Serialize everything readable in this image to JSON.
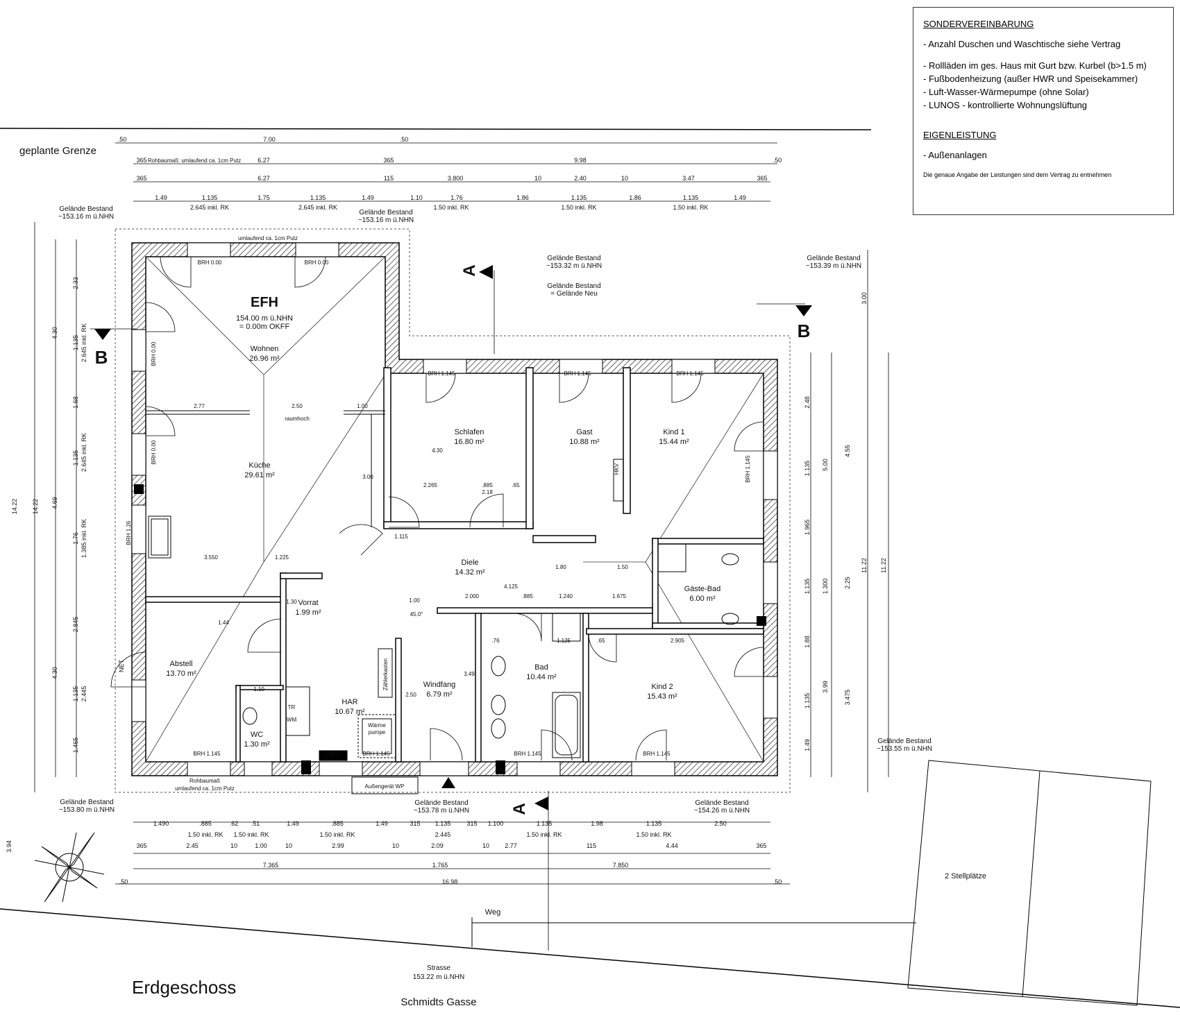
{
  "title": "Erdgeschoss",
  "street": {
    "name": "Schmidts Gasse",
    "label": "Strasse",
    "elevation": "153.22 m ü.NHN",
    "path_label": "Weg"
  },
  "border_label": "geplante Grenze",
  "parking_label": "2 Stellplätze",
  "house": {
    "name": "EFH",
    "elevation": "154.00 m ü.NHN",
    "okff": "= 0.00m OKFF"
  },
  "info_box": {
    "heading1": "SONDERVEREINBARUNG",
    "items1": [
      "- Anzahl Duschen und Waschtische siehe Vertrag"
    ],
    "items2": [
      "- Rollläden im ges. Haus  mit Gurt bzw. Kurbel (b>1.5 m)",
      "- Fußbodenheizung  (außer HWR  und Speisekammer)",
      "- Luft-Wasser-Wärmepumpe  (ohne Solar)",
      "- LUNOS - kontrollierte Wohnungslüftung"
    ],
    "heading2": "EIGENLEISTUNG",
    "items3": [
      "- Außenanlagen"
    ],
    "note": "Die genaue Angabe der Leistungen sind dem Vertrag zu entnehmen"
  },
  "rooms": [
    {
      "name": "Wohnen",
      "area": "26.96 m²"
    },
    {
      "name": "Küche",
      "area": "29.61 m²"
    },
    {
      "name": "Schlafen",
      "area": "16.80 m²"
    },
    {
      "name": "Gast",
      "area": "10.88 m²"
    },
    {
      "name": "Kind 1",
      "area": "15.44 m²"
    },
    {
      "name": "Diele",
      "area": "14.32 m²"
    },
    {
      "name": "Gäste-Bad",
      "area": "6.00 m²"
    },
    {
      "name": "Vorrat",
      "area": "1.99 m²"
    },
    {
      "name": "Abstell",
      "area": "13.70 m²"
    },
    {
      "name": "HAR",
      "area": "10.67 m²"
    },
    {
      "name": "Windfang",
      "area": "6.79 m²"
    },
    {
      "name": "Bad",
      "area": "10.44 m²"
    },
    {
      "name": "Kind 2",
      "area": "15.43 m²"
    },
    {
      "name": "WC",
      "area": "1.30 m²"
    }
  ],
  "terrain": [
    {
      "label": "Gelände Bestand",
      "value": "~153.16 m ü.NHN"
    },
    {
      "label": "Gelände Bestand",
      "value": "~153.16 m ü.NHN"
    },
    {
      "label": "Gelände Bestand",
      "value": "~153.32 m ü.NHN"
    },
    {
      "label": "Gelände Bestand",
      "value": "~153.39 m ü.NHN"
    },
    {
      "label": "Gelände Bestand",
      "value": "= Gelände Neu"
    },
    {
      "label": "Gelände Bestand",
      "value": "~153.55 m ü.NHN"
    },
    {
      "label": "Gelände Bestand",
      "value": "~153.80 m ü.NHN"
    },
    {
      "label": "Gelände Bestand",
      "value": "~153.78 m ü.NHN"
    },
    {
      "label": "Gelände Bestand",
      "value": "~154.26 m ü.NHN"
    }
  ],
  "section_marks": {
    "a": "A",
    "b": "B"
  },
  "notes": {
    "putz_top": "umlaufend ca. 1cm Putz",
    "rohbau_top": "Rohbaumaß: umlaufend ca. 1cm Putz",
    "rohbau_bottom1": "Rohbaumaß",
    "rohbau_bottom2": "umlaufend ca. 1cm Putz",
    "raumhoch": "raumhoch",
    "hkv": "HKV",
    "zaehler": "Zählerkasten",
    "waerme": "Wärme",
    "pumpe": "pumpe",
    "aussen_wp": "Außengerät WP",
    "net": "NET",
    "tr": "TR",
    "wm": "WM"
  },
  "dims_top": {
    "row1": [
      ".50",
      "7.00",
      ".50"
    ],
    "row2": [
      "365",
      "6.27",
      "365",
      "9.98",
      ".50"
    ],
    "row3": [
      "365",
      "6.27",
      "115",
      "3.800",
      "10",
      "2.40",
      "10",
      "3.47",
      "365"
    ],
    "row4": [
      "1.49",
      "1.135",
      "1.75",
      "1.135",
      "1.49",
      "1.10",
      "1.76",
      "1.86",
      "1.135",
      "1.86",
      "1.135",
      "1.49"
    ],
    "row4b": [
      "2.645 inkl. RK",
      "2.645 inkl. RK",
      "1.50 inkl. RK",
      "1.50 inkl. RK",
      "1.50 inkl. RK"
    ]
  },
  "dims_bottom": {
    "row1": [
      "1.490",
      ".885",
      ".62",
      ".51",
      "1.49",
      ".885",
      "1.49",
      "315",
      "1.135",
      "315",
      "1.100",
      "1.135",
      "1.98",
      "1.135",
      "2.50"
    ],
    "row1b": [
      "1.50 inkl. RK",
      "1.50 inkl. RK",
      "1.50 inkl. RK",
      "2.445",
      "1.50 inkl. RK",
      "1.50 inkl. RK"
    ],
    "row2": [
      "365",
      "2.45",
      "10",
      "1.00",
      "10",
      "2.99",
      "10",
      "2.09",
      "10",
      "2.77",
      "115",
      "4.44",
      "365"
    ],
    "row3": [
      "7.365",
      "1.765",
      "7.850"
    ],
    "row4": [
      ".50",
      "16.98",
      ".50"
    ]
  },
  "dims_left": [
    "14.22",
    "14.22",
    "4.30",
    "4.69",
    "4.30",
    "2.33",
    "1.135",
    "1.68",
    "1.135",
    "1.76",
    "2.845",
    "1.135",
    "1.465",
    "2.645 inkl. RK",
    "2.645 inkl. RK",
    "1.385 inkl. RK",
    "2.445",
    "3.94"
  ],
  "dims_right": [
    "11.22",
    "11.22",
    "3.00",
    "2.48",
    "4.55",
    "5.00",
    "1.965",
    "2.25",
    "1.88",
    "3.475",
    "3.99",
    "1.49",
    "1.135",
    "1.135",
    "1.300",
    "1.135"
  ],
  "inner_dims": [
    "2.77",
    "2.50",
    "1.00",
    "3.550",
    "1.225",
    "2.265",
    ".885",
    ".65",
    "2.18",
    "1.115",
    "1.80",
    "1.50",
    "4.125",
    "2.000",
    ".885",
    "1.240",
    "1.675",
    "1.00",
    "45.0°",
    ".76",
    "1.125",
    ".65",
    "2.905",
    "3.00",
    "4.30",
    "3.49",
    "2.50",
    "1.10",
    "1.30",
    "1.44"
  ],
  "brh": [
    "BRH 0.00",
    "BRH 0.00",
    "BRH 1.145",
    "BRH 1.145",
    "BRH 1.145",
    "BRH 1.145",
    "BRH 1.26",
    "BRH 0.00",
    "BRH 0.00",
    "BRH 1.145",
    "BRH 1.145",
    "BRH 1.145",
    "BRH 1.145"
  ]
}
